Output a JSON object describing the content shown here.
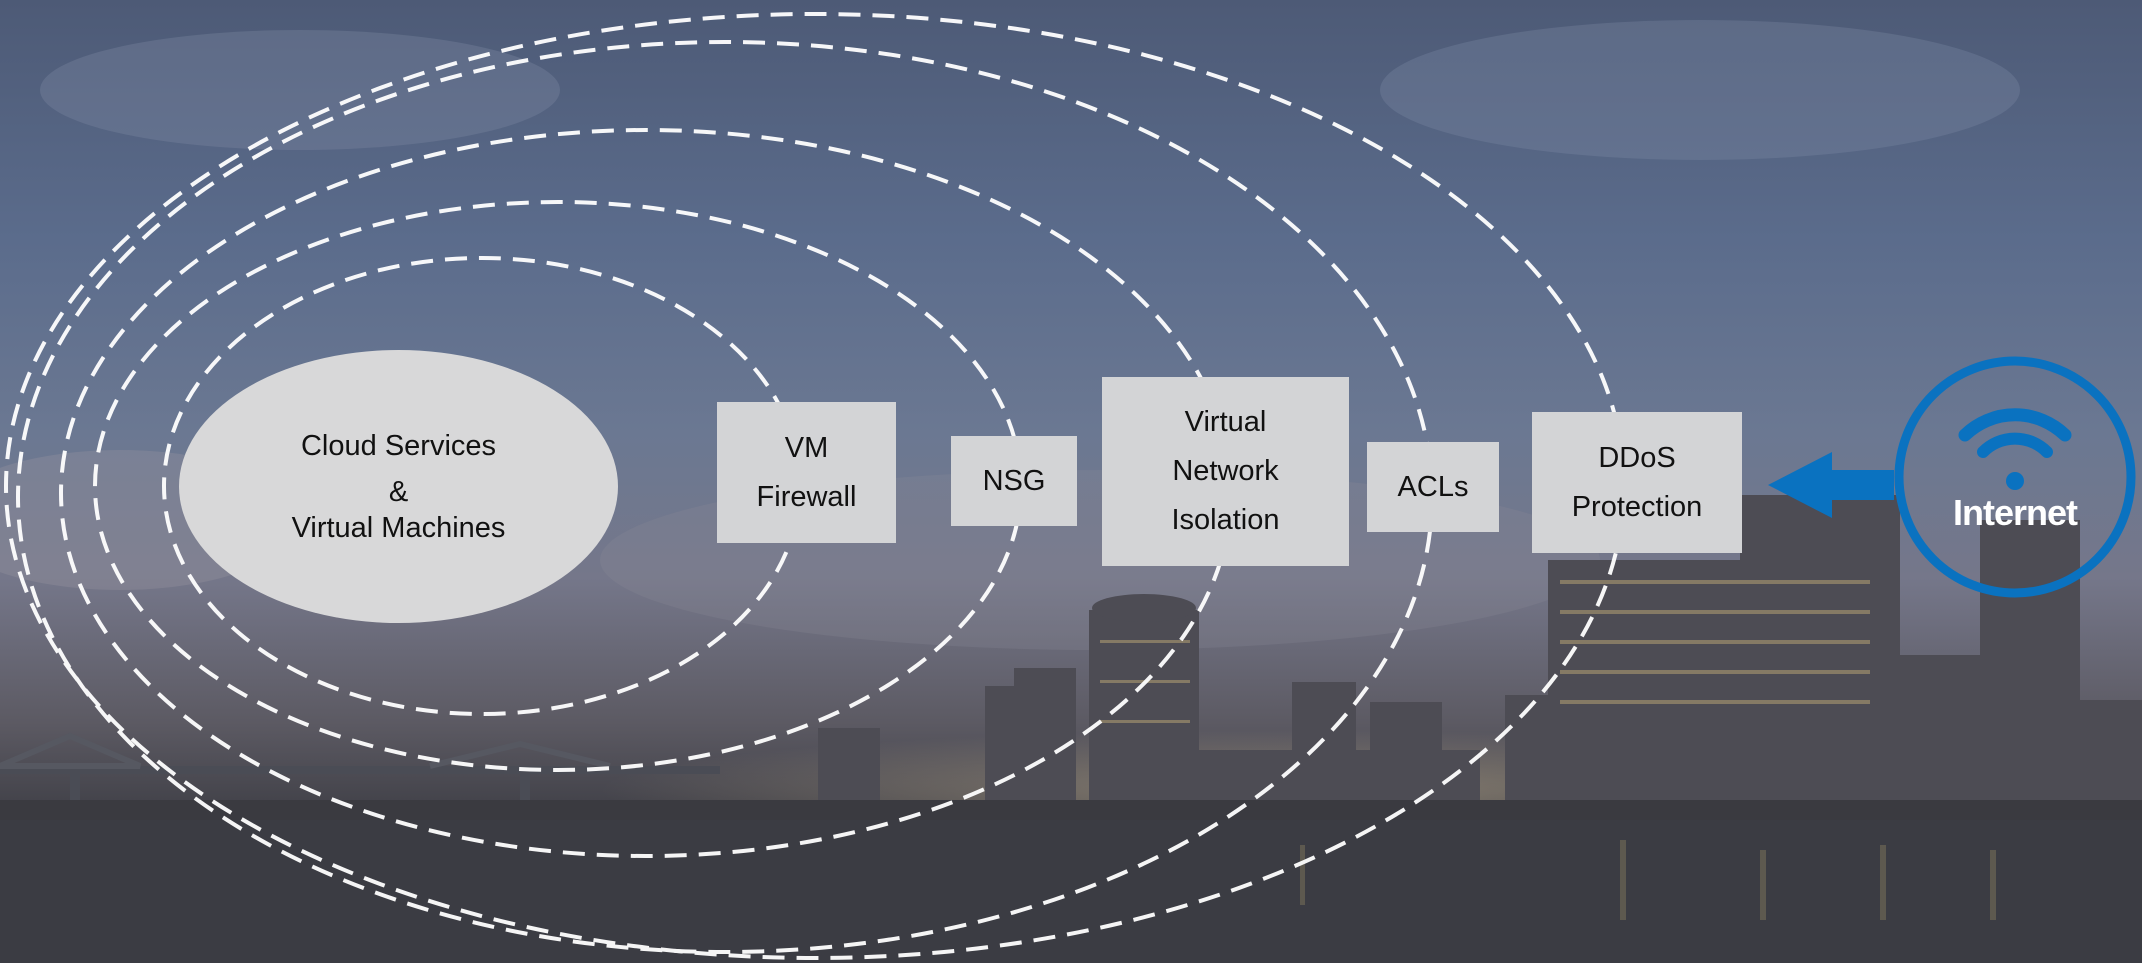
{
  "diagram": {
    "core": {
      "line1": "Cloud Services",
      "line2": "&",
      "line3": "Virtual Machines"
    },
    "layers": {
      "vm_firewall": [
        "VM",
        "Firewall"
      ],
      "nsg": [
        "NSG"
      ],
      "virtual_network_isolation": [
        "Virtual",
        "Network",
        "Isolation"
      ],
      "acls": [
        "ACLs"
      ],
      "ddos_protection": [
        "DDoS",
        "Protection"
      ]
    },
    "internet": {
      "label": "Internet"
    }
  },
  "colors": {
    "box_fill": "#d3d4d6",
    "ring_stroke": "#ffffff",
    "internet_blue": "#0a72c0"
  },
  "icons": {
    "internet": "wifi-icon",
    "arrow": "arrow-left-icon"
  }
}
